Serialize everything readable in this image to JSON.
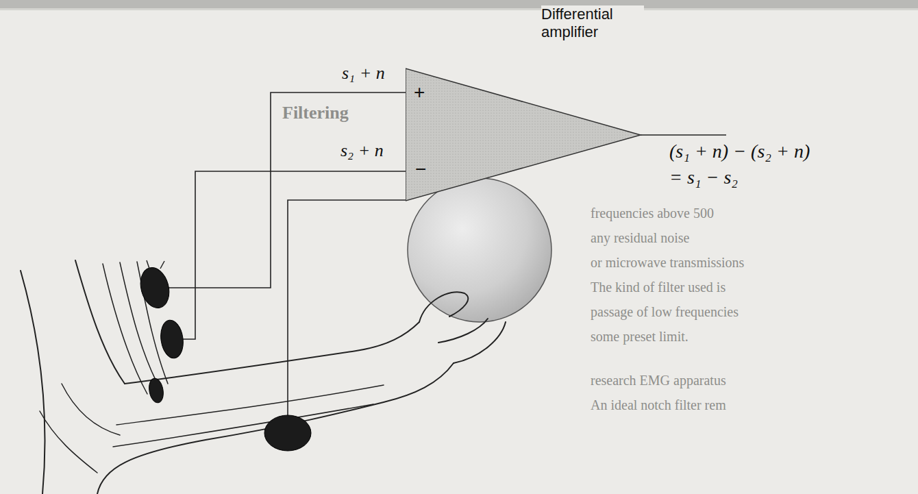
{
  "diagram": {
    "nodes": [
      {
        "text": [
          "Differential amplifier",
          "+",
          "−"
        ]
      }
    ],
    "labels": [
      "s₁ + n",
      "s₂ + n",
      "(s₁ + n) − (s₂ + n)",
      "= s₁ − s₂",
      "Filtering",
      "frequencies above 500",
      "any residual noise",
      "or microwave transmissions",
      "The kind of filter used is",
      "passage of low frequencies",
      "some preset limit.",
      "research EMG apparatus",
      "An ideal notch filter rem"
    ]
  }
}
